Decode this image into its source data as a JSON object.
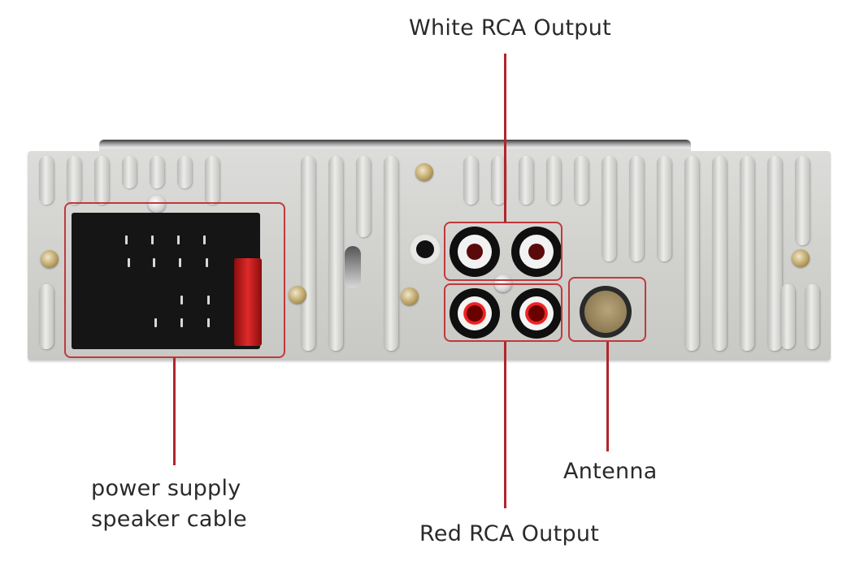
{
  "title": "Car radio rear panel connections",
  "labels": {
    "white_rca": "White RCA Output",
    "red_rca": "Red RCA Output",
    "antenna": "Antenna",
    "power_line1": "power supply",
    "power_line2": "speaker cable"
  },
  "colors": {
    "callout": "#c0393b",
    "leader_line": "#b0262b",
    "panel": "#d4d4d1",
    "text": "#2a2a2a"
  },
  "components": [
    {
      "name": "ISO power/speaker connector",
      "callout": "power supply speaker cable"
    },
    {
      "name": "White RCA jacks",
      "count": 2,
      "callout": "White RCA Output"
    },
    {
      "name": "Red RCA jacks",
      "count": 2,
      "callout": "Red RCA Output"
    },
    {
      "name": "Antenna socket",
      "callout": "Antenna"
    }
  ]
}
